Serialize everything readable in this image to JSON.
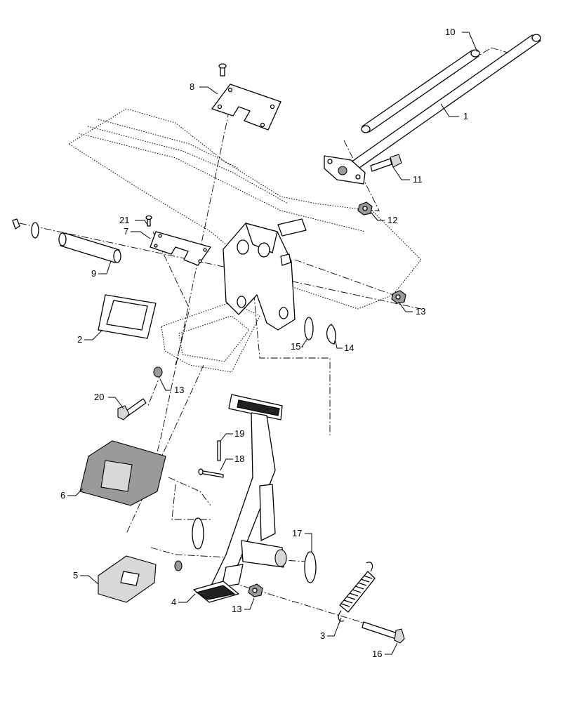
{
  "diagram": {
    "callouts": [
      {
        "id": "c1",
        "label": "1"
      },
      {
        "id": "c2",
        "label": "2"
      },
      {
        "id": "c3",
        "label": "3"
      },
      {
        "id": "c4",
        "label": "4"
      },
      {
        "id": "c5",
        "label": "5"
      },
      {
        "id": "c6",
        "label": "6"
      },
      {
        "id": "c7",
        "label": "7"
      },
      {
        "id": "c8",
        "label": "8"
      },
      {
        "id": "c9",
        "label": "9"
      },
      {
        "id": "c10",
        "label": "10"
      },
      {
        "id": "c11",
        "label": "11"
      },
      {
        "id": "c12",
        "label": "12"
      },
      {
        "id": "c13a",
        "label": "13"
      },
      {
        "id": "c13b",
        "label": "13"
      },
      {
        "id": "c13c",
        "label": "13"
      },
      {
        "id": "c14",
        "label": "14"
      },
      {
        "id": "c15",
        "label": "15"
      },
      {
        "id": "c16",
        "label": "16"
      },
      {
        "id": "c17",
        "label": "17"
      },
      {
        "id": "c18",
        "label": "18"
      },
      {
        "id": "c19",
        "label": "19"
      },
      {
        "id": "c20",
        "label": "20"
      },
      {
        "id": "c21",
        "label": "21"
      }
    ]
  }
}
